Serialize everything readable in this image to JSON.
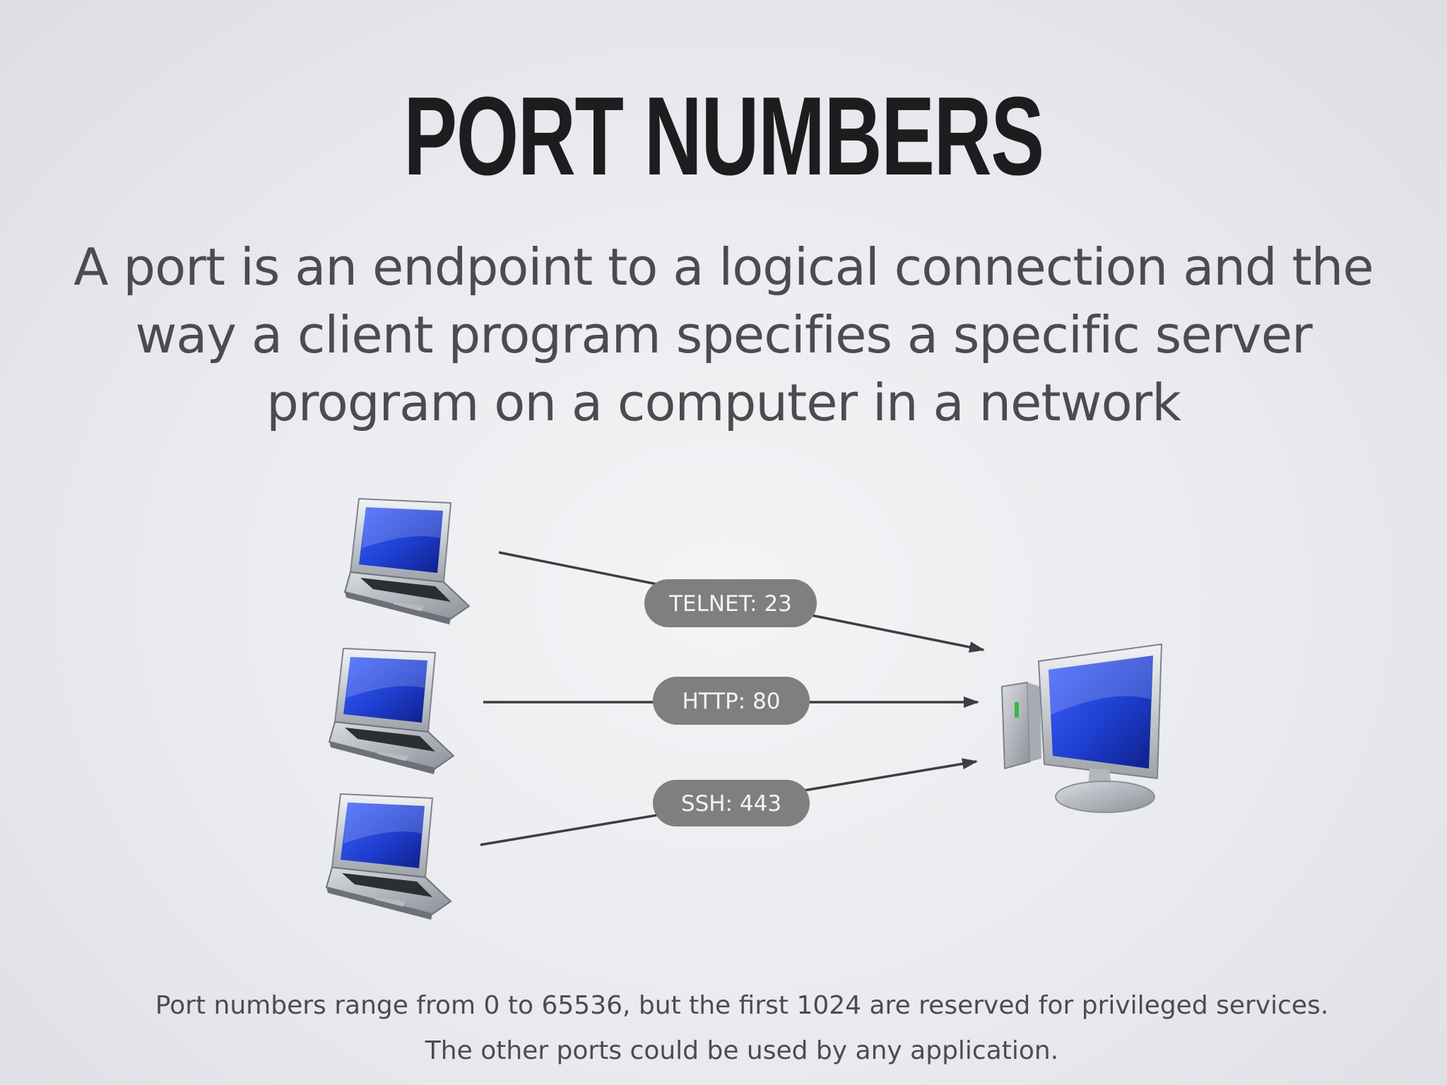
{
  "slide": {
    "title": "PORT NUMBERS",
    "subtitle_lines": [
      "A port is an endpoint to a logical connection and the",
      "way a client program specifies a specific server",
      "program on a computer in a network"
    ],
    "footnote_lines": [
      "Port numbers range from 0 to 65536, but the first 1024 are reserved for privileged services.",
      "The other ports could be used by any application."
    ]
  },
  "diagram": {
    "connections": [
      {
        "label": "TELNET: 23"
      },
      {
        "label": "HTTP: 80"
      },
      {
        "label": "SSH: 443"
      }
    ],
    "client_icon": "laptop-icon",
    "server_icon": "desktop-computer-icon",
    "colors": {
      "pill_fill": "#7d807f",
      "pill_text": "#f4f4f4",
      "arrow": "#3d3e42",
      "screen_blue": "#1f3fd0"
    }
  }
}
